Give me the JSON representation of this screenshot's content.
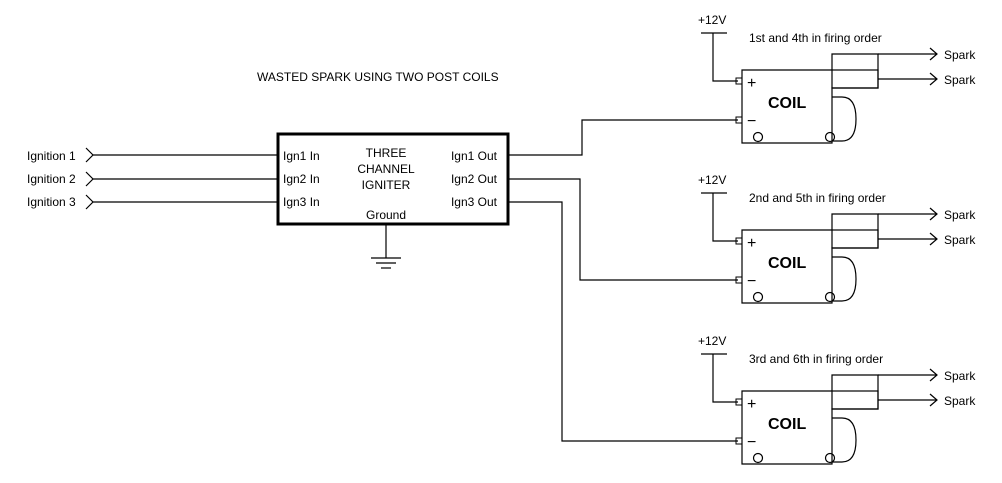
{
  "title": "WASTED SPARK USING TWO POST COILS",
  "igniter": {
    "name_lines": [
      "THREE",
      "CHANNEL",
      "IGNITER"
    ],
    "ground": "Ground",
    "inputs": [
      "Ign1 In",
      "Ign2 In",
      "Ign3 In"
    ],
    "outputs": [
      "Ign1 Out",
      "Ign2 Out",
      "Ign3 Out"
    ]
  },
  "ignitions": [
    "Ignition 1",
    "Ignition 2",
    "Ignition 3"
  ],
  "coils": [
    {
      "supply": "+12V",
      "caption": "1st and 4th in firing order",
      "label": "COIL",
      "plus": "+",
      "minus": "−",
      "outputs": [
        "Spark",
        "Spark"
      ]
    },
    {
      "supply": "+12V",
      "caption": "2nd and 5th in firing order",
      "label": "COIL",
      "plus": "+",
      "minus": "−",
      "outputs": [
        "Spark",
        "Spark"
      ]
    },
    {
      "supply": "+12V",
      "caption": "3rd and 6th in firing order",
      "label": "COIL",
      "plus": "+",
      "minus": "−",
      "outputs": [
        "Spark",
        "Spark"
      ]
    }
  ],
  "icons": {
    "ground": "ground-symbol-icon",
    "connector": "chevron-right-icon",
    "arrow": "arrow-right-icon"
  }
}
